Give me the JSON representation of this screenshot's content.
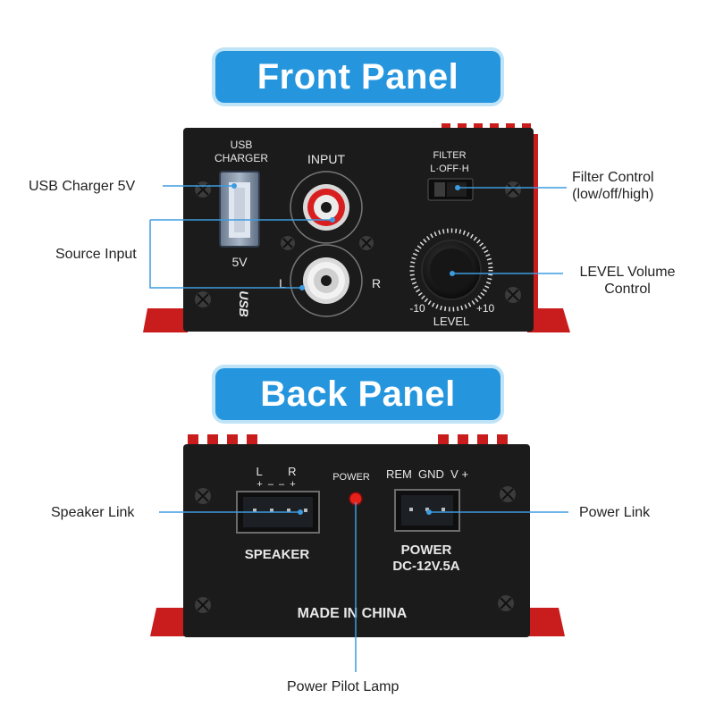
{
  "front": {
    "banner": "Front Panel",
    "usb_label_1": "USB",
    "usb_label_2": "CHARGER",
    "usb_voltage": "5V",
    "usb_side_text": "USB",
    "input_label": "INPUT",
    "left_channel": "L",
    "right_channel": "R",
    "filter_label": "FILTER",
    "filter_positions": "L·OFF·H",
    "level_min": "-10",
    "level_max": "+10",
    "level_label": "LEVEL"
  },
  "back": {
    "banner": "Back Panel",
    "speaker_header": "L        R",
    "speaker_polarity": "+  –  –  +",
    "speaker_label": "SPEAKER",
    "power_lamp_label": "POWER",
    "power_header": "REM  GND  V +",
    "power_label_1": "POWER",
    "power_label_2": "DC-12V.5A",
    "made_in": "MADE IN CHINA"
  },
  "callouts": {
    "usb_charger": "USB Charger 5V",
    "source_input": "Source Input",
    "filter_control_1": "Filter Control",
    "filter_control_2": "(low/off/high)",
    "level_control_1": "LEVEL Volume",
    "level_control_2": "Control",
    "speaker_link": "Speaker Link",
    "power_link": "Power Link",
    "power_pilot_lamp": "Power Pilot Lamp"
  },
  "colors": {
    "banner_blue": "#2596de",
    "panel_black": "#1b1b1b",
    "chassis_red": "#d42020",
    "callout_line": "#3d9be0",
    "rca_red": "#d81e1e",
    "lamp_red": "#e8201a"
  }
}
